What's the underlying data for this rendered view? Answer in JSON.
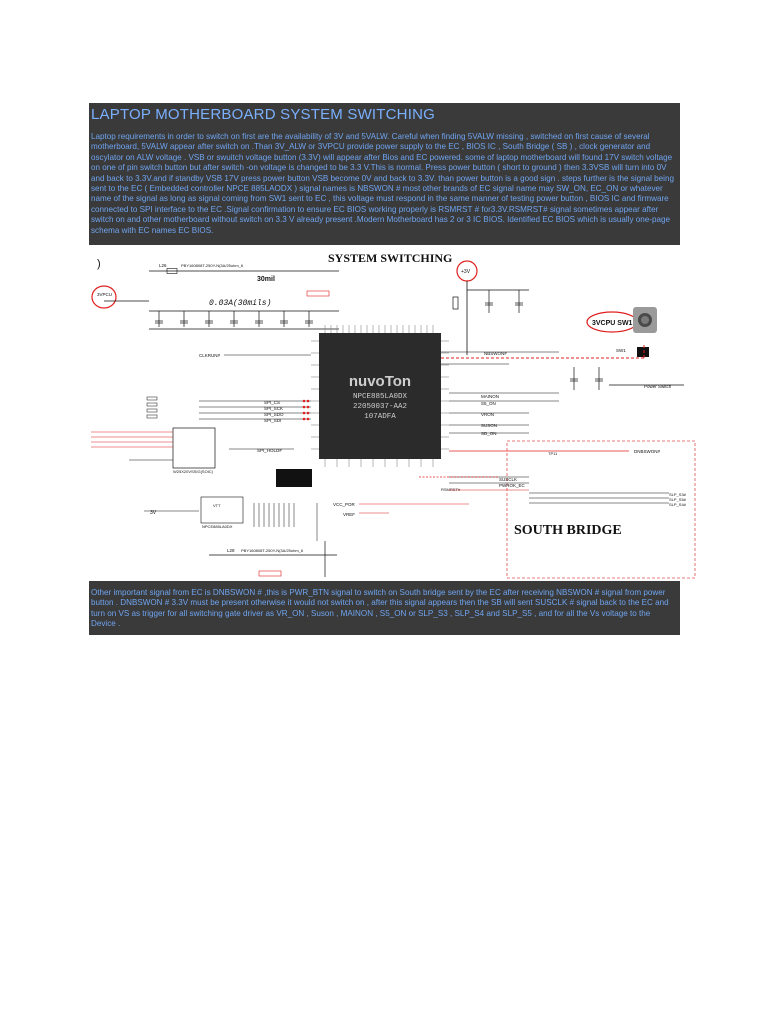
{
  "article": {
    "title": "LAPTOP MOTHERBOARD SYSTEM SWITCHING",
    "paragraph_1": "Laptop requirements in order to switch on first are the availability of 3V and 5VALW. Careful when finding 5VALW missing , switched on first cause of several motherboard, 5VALW appear after switch on .Than 3V_ALW or 3VPCU provide power supply to the EC , BIOS IC , South Bridge ( SB ) , clock generator and oscylator on ALW voltage . VSB or swuitch voltage button (3.3V) will appear after Bios and EC powered. some of laptop motherboard will found 17V switch voltage on one of pin switch button but after switch -on voltage is changed to be 3.3 V.This is normal. Press power button ( short to ground ) then 3.3VSB will turn into 0V and back to 3.3V.and if standby VSB 17V press power button VSB become 0V and back to 3.3V. than power button is a good sign . steps further is the signal being sent to the EC ( Embedded controller NPCE 885LAODX ) signal names is NBSWON # most other brands of EC signal name may SW_ON, EC_ON or whatever name of the signal as long as signal coming from SW1 sent to EC , this voltage must respond in the same manner of testing power button , BIOS IC and firmware connected to SPI interface to the EC .Signal confirmation to ensure EC BIOS working properly is RSMRST # for3.3V.RSMRST# signal sometimes appear after switch on and other motherboard without switch on 3.3 V already present .Modern Motherboard has 2 or 3 IC BIOS. Identified EC BIOS which is usually one-page schema with EC names EC BIOS.",
    "paragraph_2": "Other important signal from EC is DNBSWON # ,this is PWR_BTN signal to switch on South bridge sent by the EC after receiving NBSWON # signal from power button . DNBSWON # 3.3V must be present otherwise it would not switch on , after this signal appears then the SB will sent SUSCLK # signal back to the EC and turn on VS as trigger for all switching gate driver as VR_ON , Suson , MAINON , S5_ON or SLP_S3 , SLP_S4 and SLP_S5 , and for all the Vs voltage to the Device ."
  },
  "schematic": {
    "heading": "SYSTEM SWITCHING",
    "chip_brand": "nuvoTon",
    "chip_part": "NPCE885LA0DX",
    "chip_code": "22050037-AA2",
    "chip_lot": "107ADFA",
    "south_bridge_label": "SOUTH BRIDGE",
    "label_3vpcu": "3VPCU",
    "label_3v": "+3V",
    "label_3vpcu_sw1": "3VCPU SW1",
    "label_30mil": "30mil",
    "label_current": "0.03A(30mils)",
    "label_power_switch": "Power Switch",
    "label_sw1": "SW1",
    "label_nbswon": "NBSWON#",
    "label_dnbswon": "DNBSWON#",
    "label_clkrun": "CLKRUN#",
    "label_mainon": "MAINON",
    "label_s5on": "S5_ON",
    "label_vron": "VRON",
    "label_suson": "SUSON",
    "label_sd_on": "SD_ON",
    "label_susclk": "SUSCLK",
    "label_pwrok": "PWROK_EC",
    "label_slp_s3": "SLP_S3#",
    "label_slp_s5": "SLP_S5#",
    "label_slp_s4": "SLP_S4#",
    "label_spi_cs": "SPI_CS",
    "label_spi_sck": "SPI_SCK",
    "label_spi_sdo": "SPI_SDO",
    "label_spi_sdi": "SPI_SDI",
    "label_spi_hold": "SPI_HOLD#",
    "label_bios_ic": "W25X20VSSIG(SOIC)",
    "label_3v_bottom": "3V",
    "label_vtt": "VTT",
    "label_ec_part_small": "NPCE885LA0DX",
    "label_l26": "L26",
    "label_l28": "L28",
    "label_ferrite": "PBY160808T-250Y-N(3A/25ohm_6",
    "label_rsmrst": "RSMRST#",
    "label_tp": "TP11",
    "label_vcc_por": "VCC_POR",
    "label_vref": "VREF"
  },
  "colors": {
    "panel": "#3a3a3a",
    "title": "#7ab0ff",
    "text": "#6fa4f0",
    "red_annot": "#e02020",
    "wire": "#111111",
    "chip": "#2b2b2b"
  }
}
